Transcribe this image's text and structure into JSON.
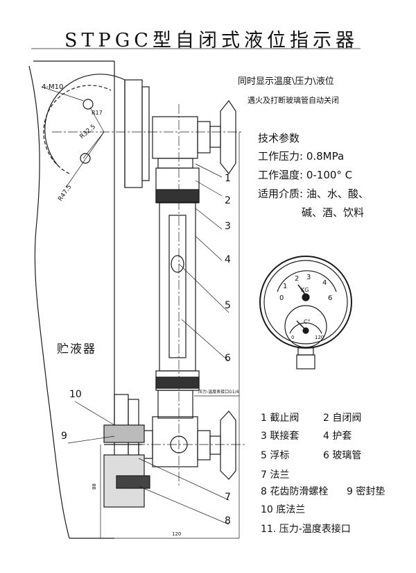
{
  "title": "STPGC型自闭式液位指示器",
  "feature_line1": "同时显示温度\\压力\\液位",
  "feature_line2": "遇火及打断玻璃管自动关闭",
  "specs": {
    "heading": "技术参数",
    "pressure": "工作压力: 0.8MPa",
    "temperature": "工作温度: 0-100° C",
    "media_line1": "适用介质: 油、水、酸、",
    "media_line2": "碱、酒、饮料"
  },
  "tank_label": "贮液器",
  "dims": {
    "holes": "4-M10",
    "r17": "R17",
    "r32": "R32.5",
    "r47": "R47.5",
    "port": "压力-温度表接口G1/4",
    "width": "120",
    "height": "88"
  },
  "callouts": [
    "1",
    "2",
    "3",
    "4",
    "5",
    "6",
    "7",
    "8",
    "9",
    "10"
  ],
  "gauge": {
    "pressure_ticks": [
      "0",
      "1",
      "2",
      "3",
      "4",
      "6"
    ],
    "pressure_unit": "KG",
    "temp_ticks": [
      "0",
      "120"
    ],
    "temp_unit": "C°"
  },
  "parts_list": [
    "1   截止阀",
    "2   自闭阀",
    "3   联接套",
    "4   护套",
    "5   浮标",
    "6   玻璃管",
    "7   法兰",
    "8   花齿防滑螺栓",
    "9   密封垫",
    "10 底法兰",
    "11. 压力-温度表接口"
  ]
}
